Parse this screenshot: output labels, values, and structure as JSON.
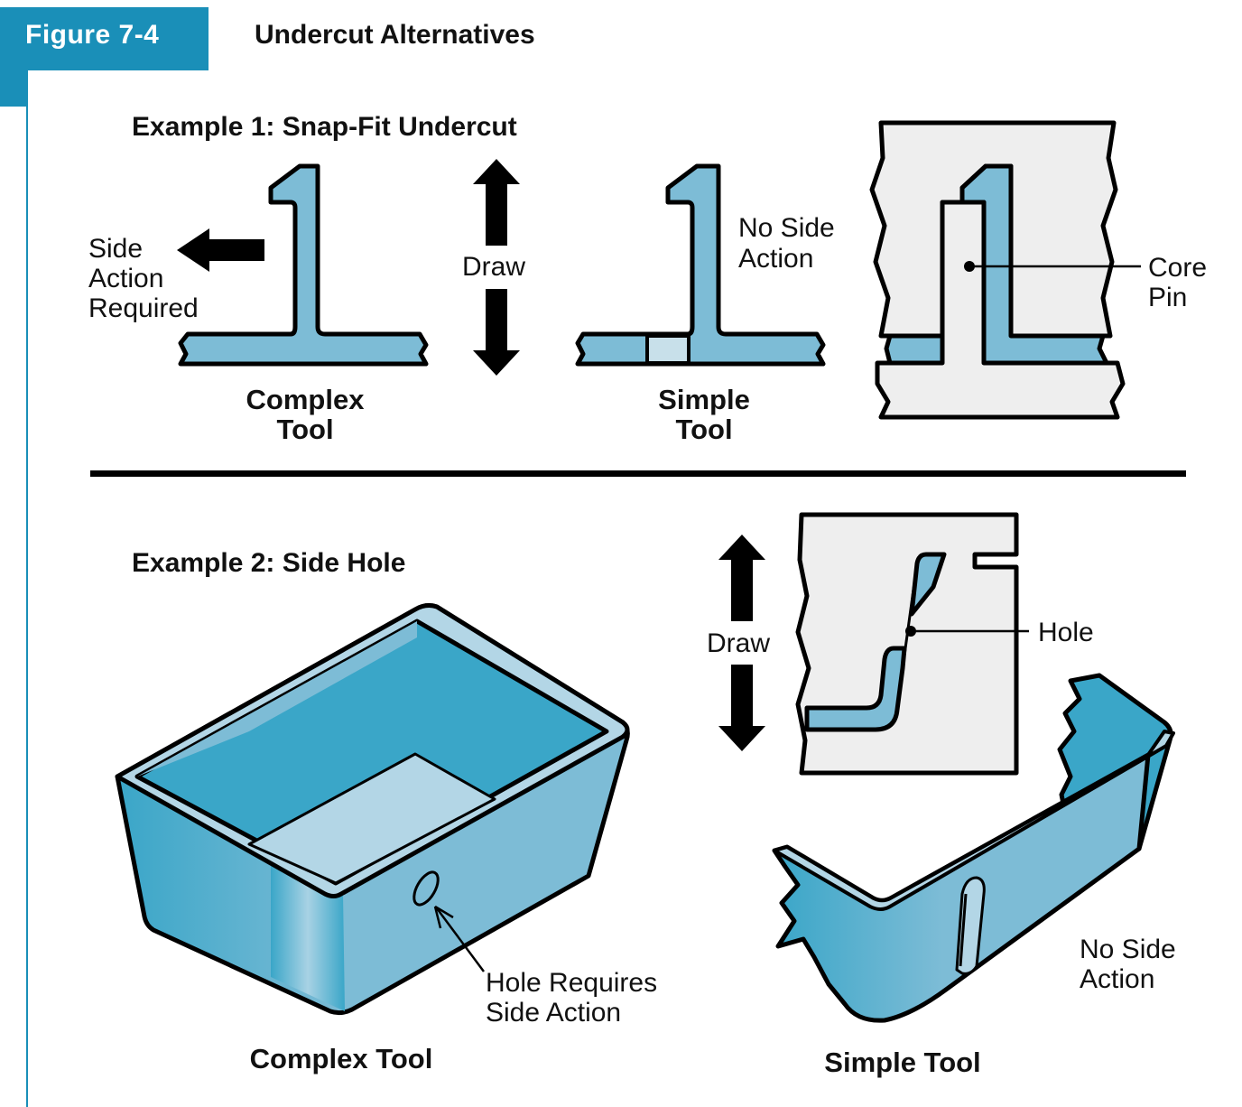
{
  "header": {
    "figure_label": "Figure 7-4",
    "title": "Undercut Alternatives"
  },
  "example1": {
    "heading": "Example 1: Snap-Fit Undercut",
    "side_action_line1": "Side",
    "side_action_line2": "Action",
    "side_action_line3": "Required",
    "draw_label": "Draw",
    "no_side_line1": "No Side",
    "no_side_line2": "Action",
    "core_pin_line1": "Core",
    "core_pin_line2": "Pin",
    "complex_line1": "Complex",
    "complex_line2": "Tool",
    "simple_line1": "Simple",
    "simple_line2": "Tool"
  },
  "example2": {
    "heading": "Example 2: Side Hole",
    "draw_label": "Draw",
    "hole_label": "Hole",
    "hole_req_line1": "Hole Requires",
    "hole_req_line2": "Side Action",
    "no_side_line1": "No Side",
    "no_side_line2": "Action",
    "complex_caption": "Complex Tool",
    "simple_caption": "Simple Tool"
  },
  "colors": {
    "accent": "#1a8fb8",
    "part_fill": "#7dbcd6",
    "part_dark": "#3aa6c8",
    "part_light": "#b3d6e6",
    "mold_fill": "#eeeeee",
    "outline": "#000000"
  }
}
